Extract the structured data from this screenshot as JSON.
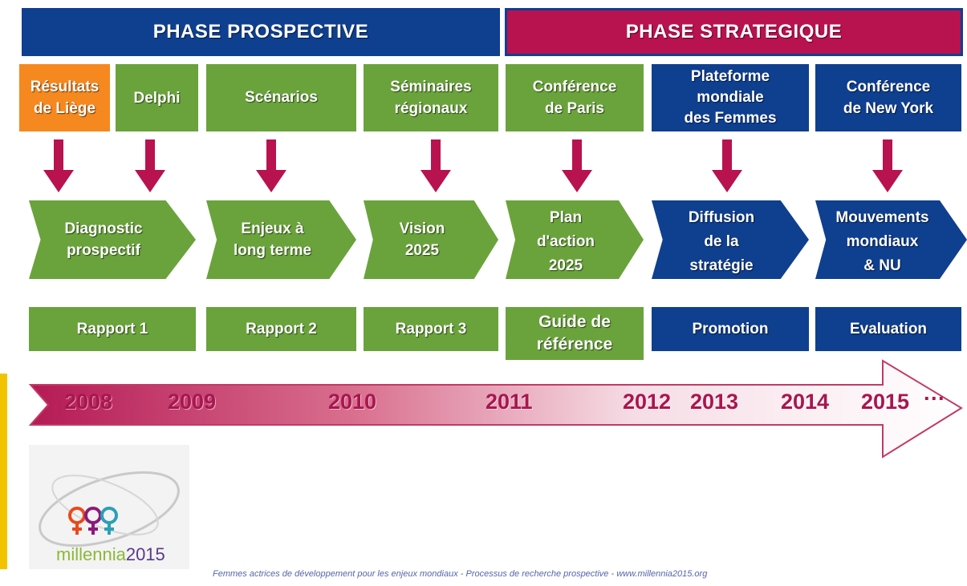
{
  "phases": {
    "prospective": "PHASE PROSPECTIVE",
    "strategique": "PHASE STRATEGIQUE"
  },
  "top_boxes": [
    "Résultats\nde Liège",
    "Delphi",
    "Scénarios",
    "Séminaires\nrégionaux",
    "Conférence\nde Paris",
    "Plateforme\nmondiale\ndes Femmes",
    "Conférence\nde New York"
  ],
  "chevrons": [
    "Diagnostic\nprospectif",
    "Enjeux à\nlong terme",
    "Vision\n2025",
    "Plan\nd'action\n2025",
    "Diffusion\nde la\nstratégie",
    "Mouvements\nmondiaux\n& NU"
  ],
  "outputs": [
    "Rapport 1",
    "Rapport 2",
    "Rapport 3",
    "Guide de\nréférence",
    "Promotion",
    "Evaluation"
  ],
  "years": [
    "2008",
    "2009",
    "2010",
    "2011",
    "2012",
    "2013",
    "2014",
    "2015",
    "···"
  ],
  "logo": {
    "text_main": "millennia",
    "text_year": "2015"
  },
  "footer": "Femmes actrices de développement pour les enjeux mondiaux - Processus de recherche prospective - www.millennia2015.org",
  "colors": {
    "green": "#6aa33b",
    "blue": "#0f3f8f",
    "orange": "#f5891f",
    "crimson": "#a8164f",
    "yellow_bar": "#f2c400"
  }
}
